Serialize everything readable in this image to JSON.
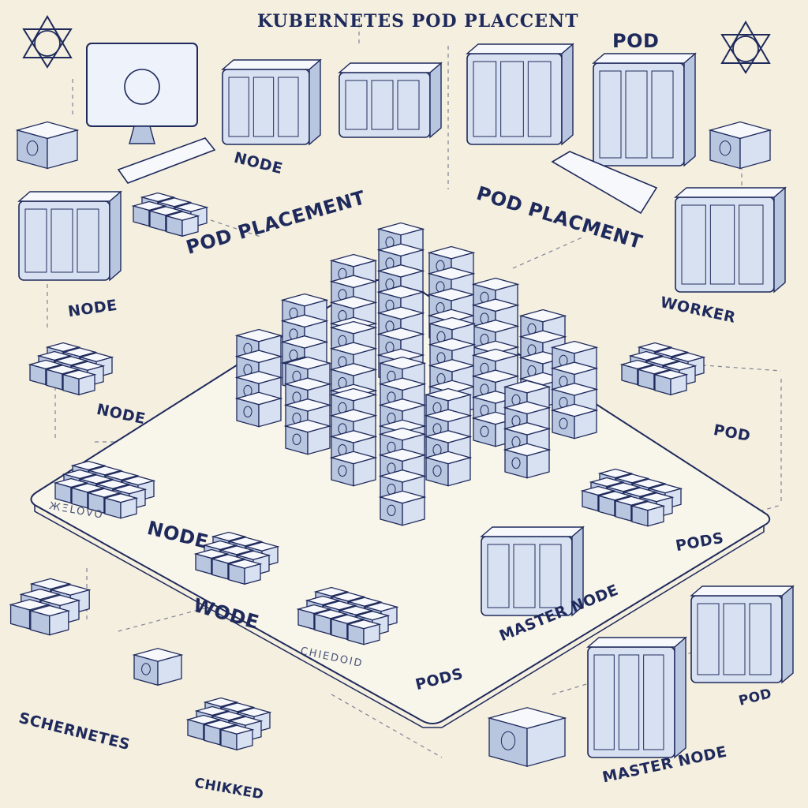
{
  "diagram": {
    "title": "KUBERNETES POD PLACCENT",
    "labels": {
      "pod_top_right": "POD",
      "node_top": "NODE",
      "pod_placement_left": "POD PLACEMENT",
      "pod_placment_right": "POD PLACMENT",
      "node_left_upper": "NODE",
      "worker": "WORKER",
      "node_left_lower": "NODE",
      "pod_right": "POD",
      "node_platform": "NODE",
      "pods_platform_right": "PODS",
      "wode": "WODE",
      "master_node_center": "MASTER NODE",
      "pods_bottom_center": "PODS",
      "pod_bottom_right": "POD",
      "schernetes": "SCHERNETES",
      "master_node_bottom": "MASTER NODE",
      "chikked": "CHIKKED",
      "scribble_platform_left": "ЖΞLOVO",
      "scribble_platform_bottom": "CHIEDOID"
    },
    "colors": {
      "background": "#f4efdf",
      "ink": "#1f2a5c",
      "cube_top": "#f6f8fc",
      "cube_left": "#b9c6e0",
      "cube_right": "#d8e1f1",
      "platform": "#f8f5ea"
    },
    "icons": [
      "kubernetes-icon",
      "monitor-icon",
      "keyboard-icon",
      "server-icon",
      "pod-cube-icon"
    ]
  }
}
